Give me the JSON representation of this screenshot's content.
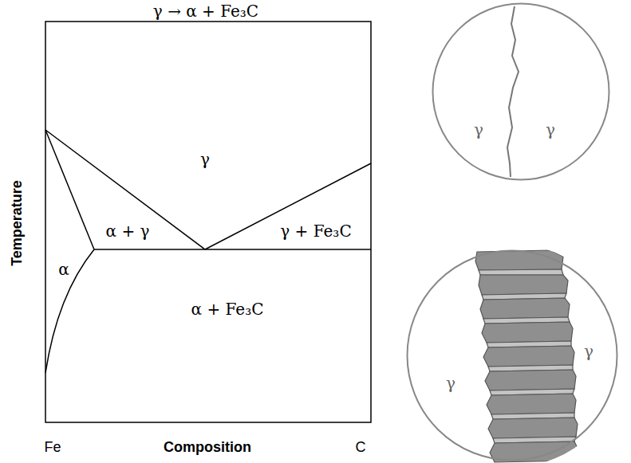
{
  "diagram": {
    "title": "γ → α + Fe₃C",
    "nodes": [
      {
        "text": [
          "γ",
          "γ"
        ]
      },
      {
        "text": [
          "γ",
          "γ"
        ]
      }
    ],
    "labels": [
      "γ",
      "α",
      "α + γ",
      "γ + Fe₃C",
      "α + Fe₃C",
      "Temperature",
      "Fe",
      "Composition",
      "C"
    ]
  }
}
